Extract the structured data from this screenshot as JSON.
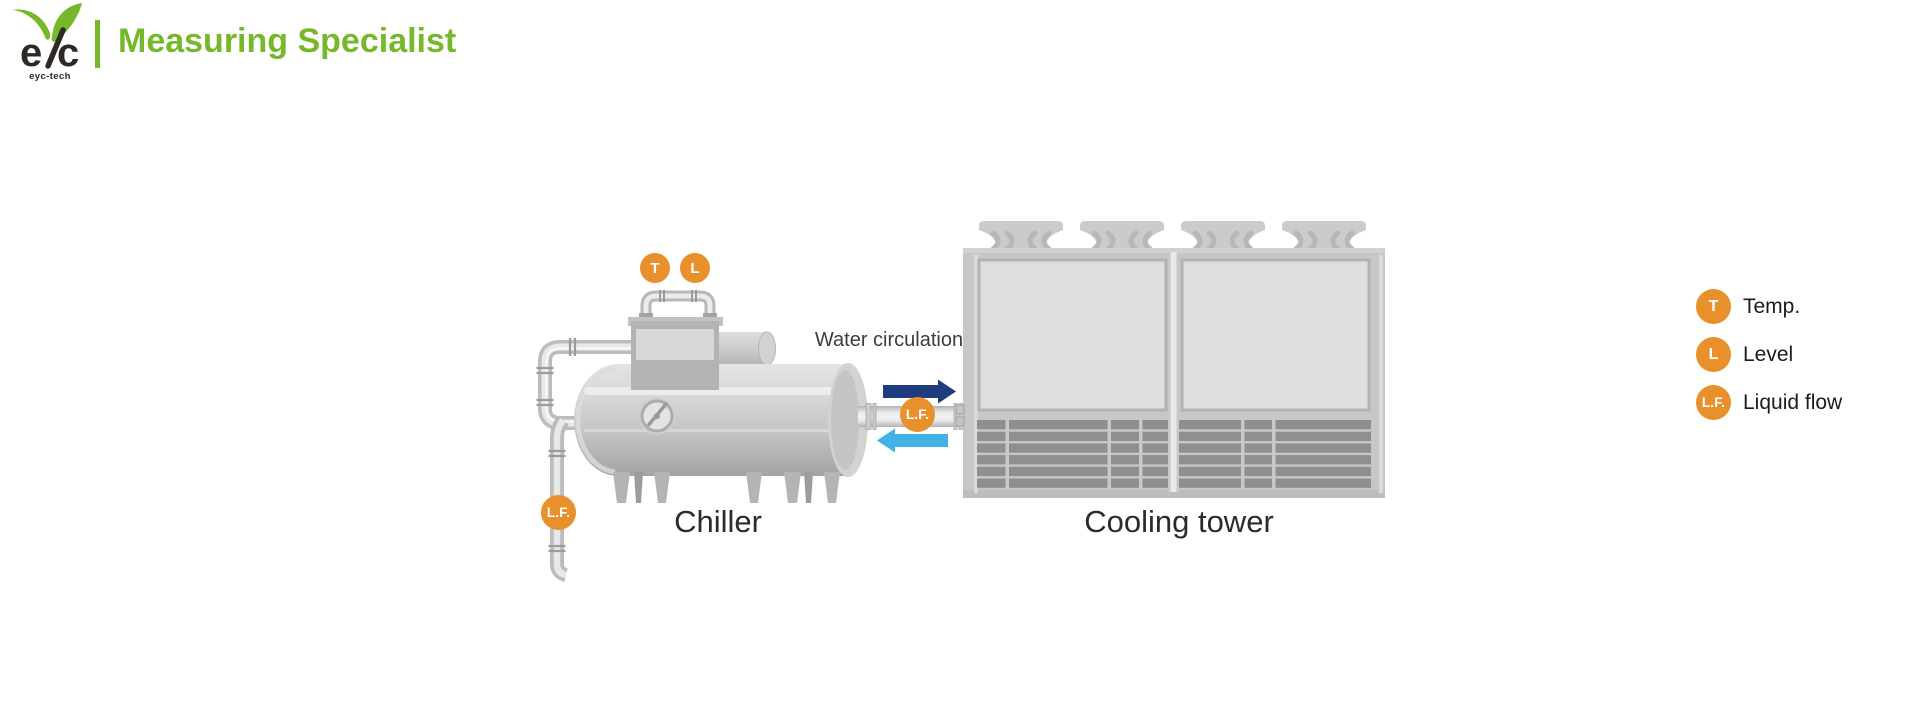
{
  "header": {
    "brand_left": "e",
    "brand_right": "c",
    "brand_sub": "eyc-tech",
    "title": "Measuring Specialist"
  },
  "diagram": {
    "flow_label": "Water circulation",
    "chiller_label": "Chiller",
    "cooling_tower_label": "Cooling tower",
    "sensors": {
      "temp_symbol": "T",
      "level_symbol": "L",
      "liquid_flow_symbol": "L.F."
    }
  },
  "legend": {
    "items": [
      {
        "symbol": "T",
        "label": "Temp."
      },
      {
        "symbol": "L",
        "label": "Level"
      },
      {
        "symbol": "L.F.",
        "label": "Liquid flow"
      }
    ]
  },
  "colors": {
    "brand_green": "#76b82a",
    "accent_orange": "#e8912c",
    "arrow_dark_blue": "#1e3b7e",
    "arrow_light_blue": "#41b1e6",
    "label_dark": "#2b2b2b"
  }
}
